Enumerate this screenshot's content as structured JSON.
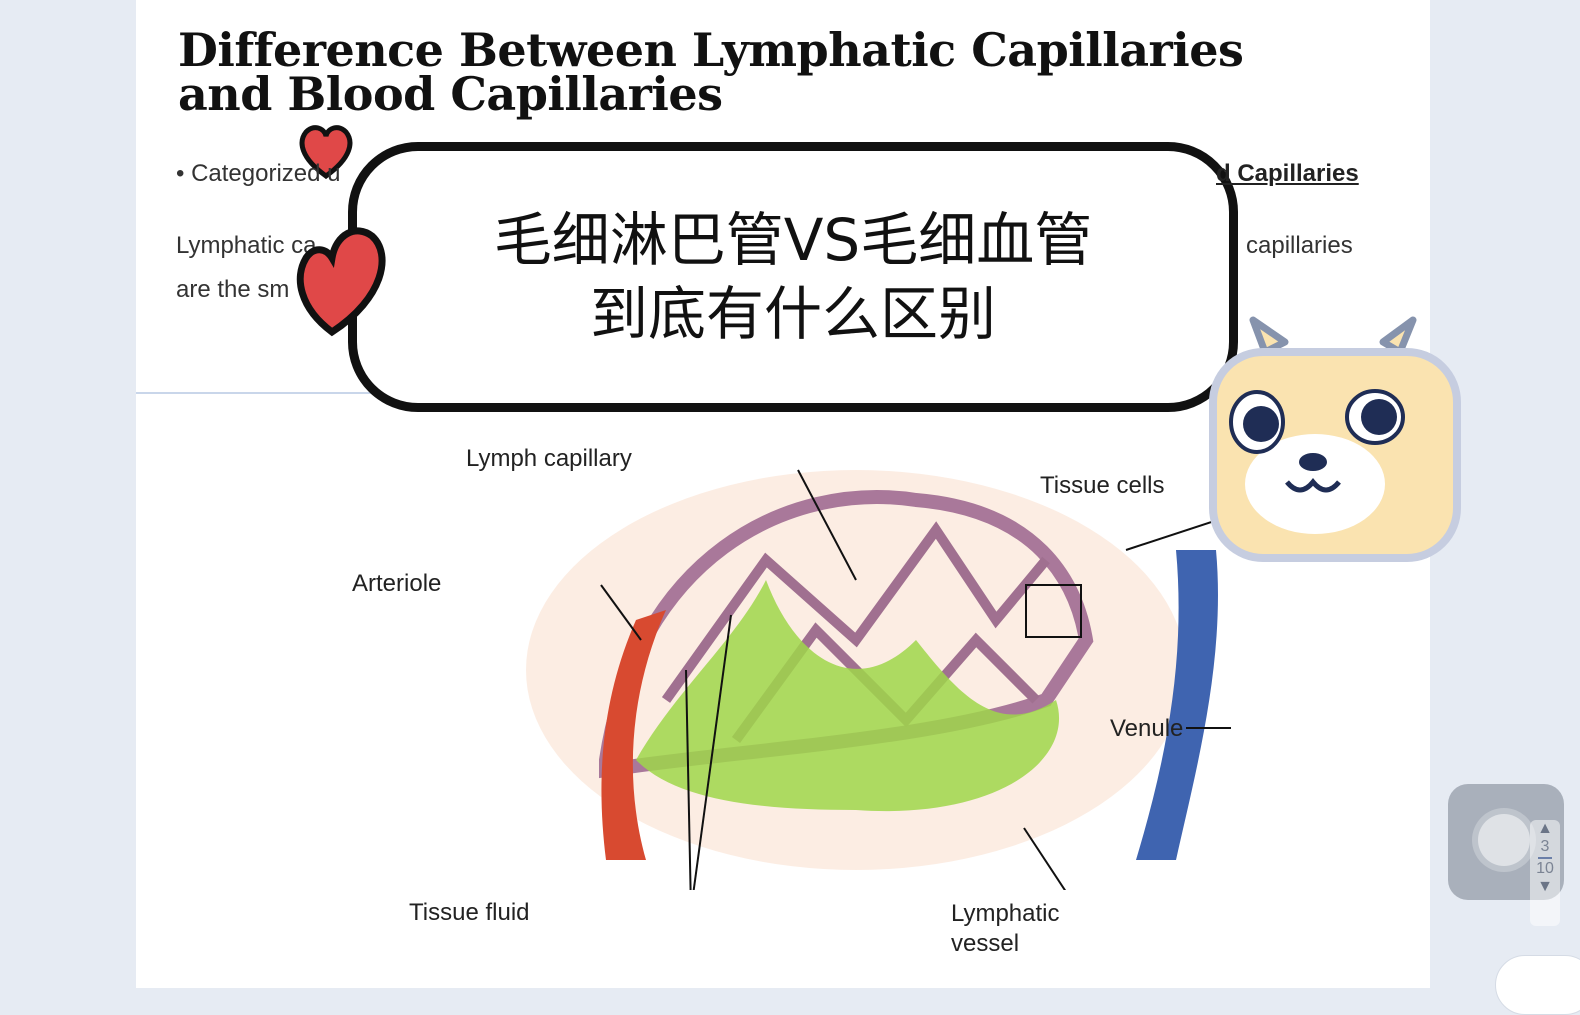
{
  "article": {
    "title_line1": "Difference Between Lymphatic Capillaries",
    "title_line2": "and Blood Capillaries",
    "bullet_prefix": "• Categorized u",
    "link_fragment": "d Capillaries",
    "para_start": "Lymphatic ca",
    "para_end": "d capillaries",
    "para_line2": "are the sm"
  },
  "overlay": {
    "line1": "毛细淋巴管VS毛细血管",
    "line2": "到底有什么区别"
  },
  "diagram": {
    "labels": {
      "lymph_capillary": "Lymph capillary",
      "tissue_cells": "Tissue cells",
      "arteriole": "Arteriole",
      "venule": "Venule",
      "tissue_fluid": "Tissue fluid",
      "lymphatic_vessel_1": "Lymphatic",
      "lymphatic_vessel_2": "vessel"
    }
  },
  "pager": {
    "current": "3",
    "total": "10"
  },
  "colors": {
    "heart": "#e04848",
    "arteriole": "#d84a30",
    "venule": "#3f64b0",
    "lymph": "#8fcf3a",
    "capillary": "#a07090"
  }
}
